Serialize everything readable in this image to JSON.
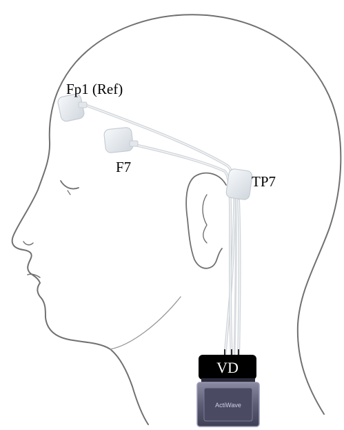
{
  "electrodes": {
    "fp1": {
      "label": "Fp1 (Ref)"
    },
    "f7": {
      "label": "F7"
    },
    "tp7": {
      "label": "TP7"
    }
  },
  "device": {
    "label": "VD",
    "logo_text": "ActiWave"
  },
  "colors": {
    "outline": "#6f6f6f",
    "electrode_pad": "#e8ecf0",
    "cable": "#d5d9dd",
    "device_header": "#000000",
    "device_body": "#5c5c74"
  }
}
